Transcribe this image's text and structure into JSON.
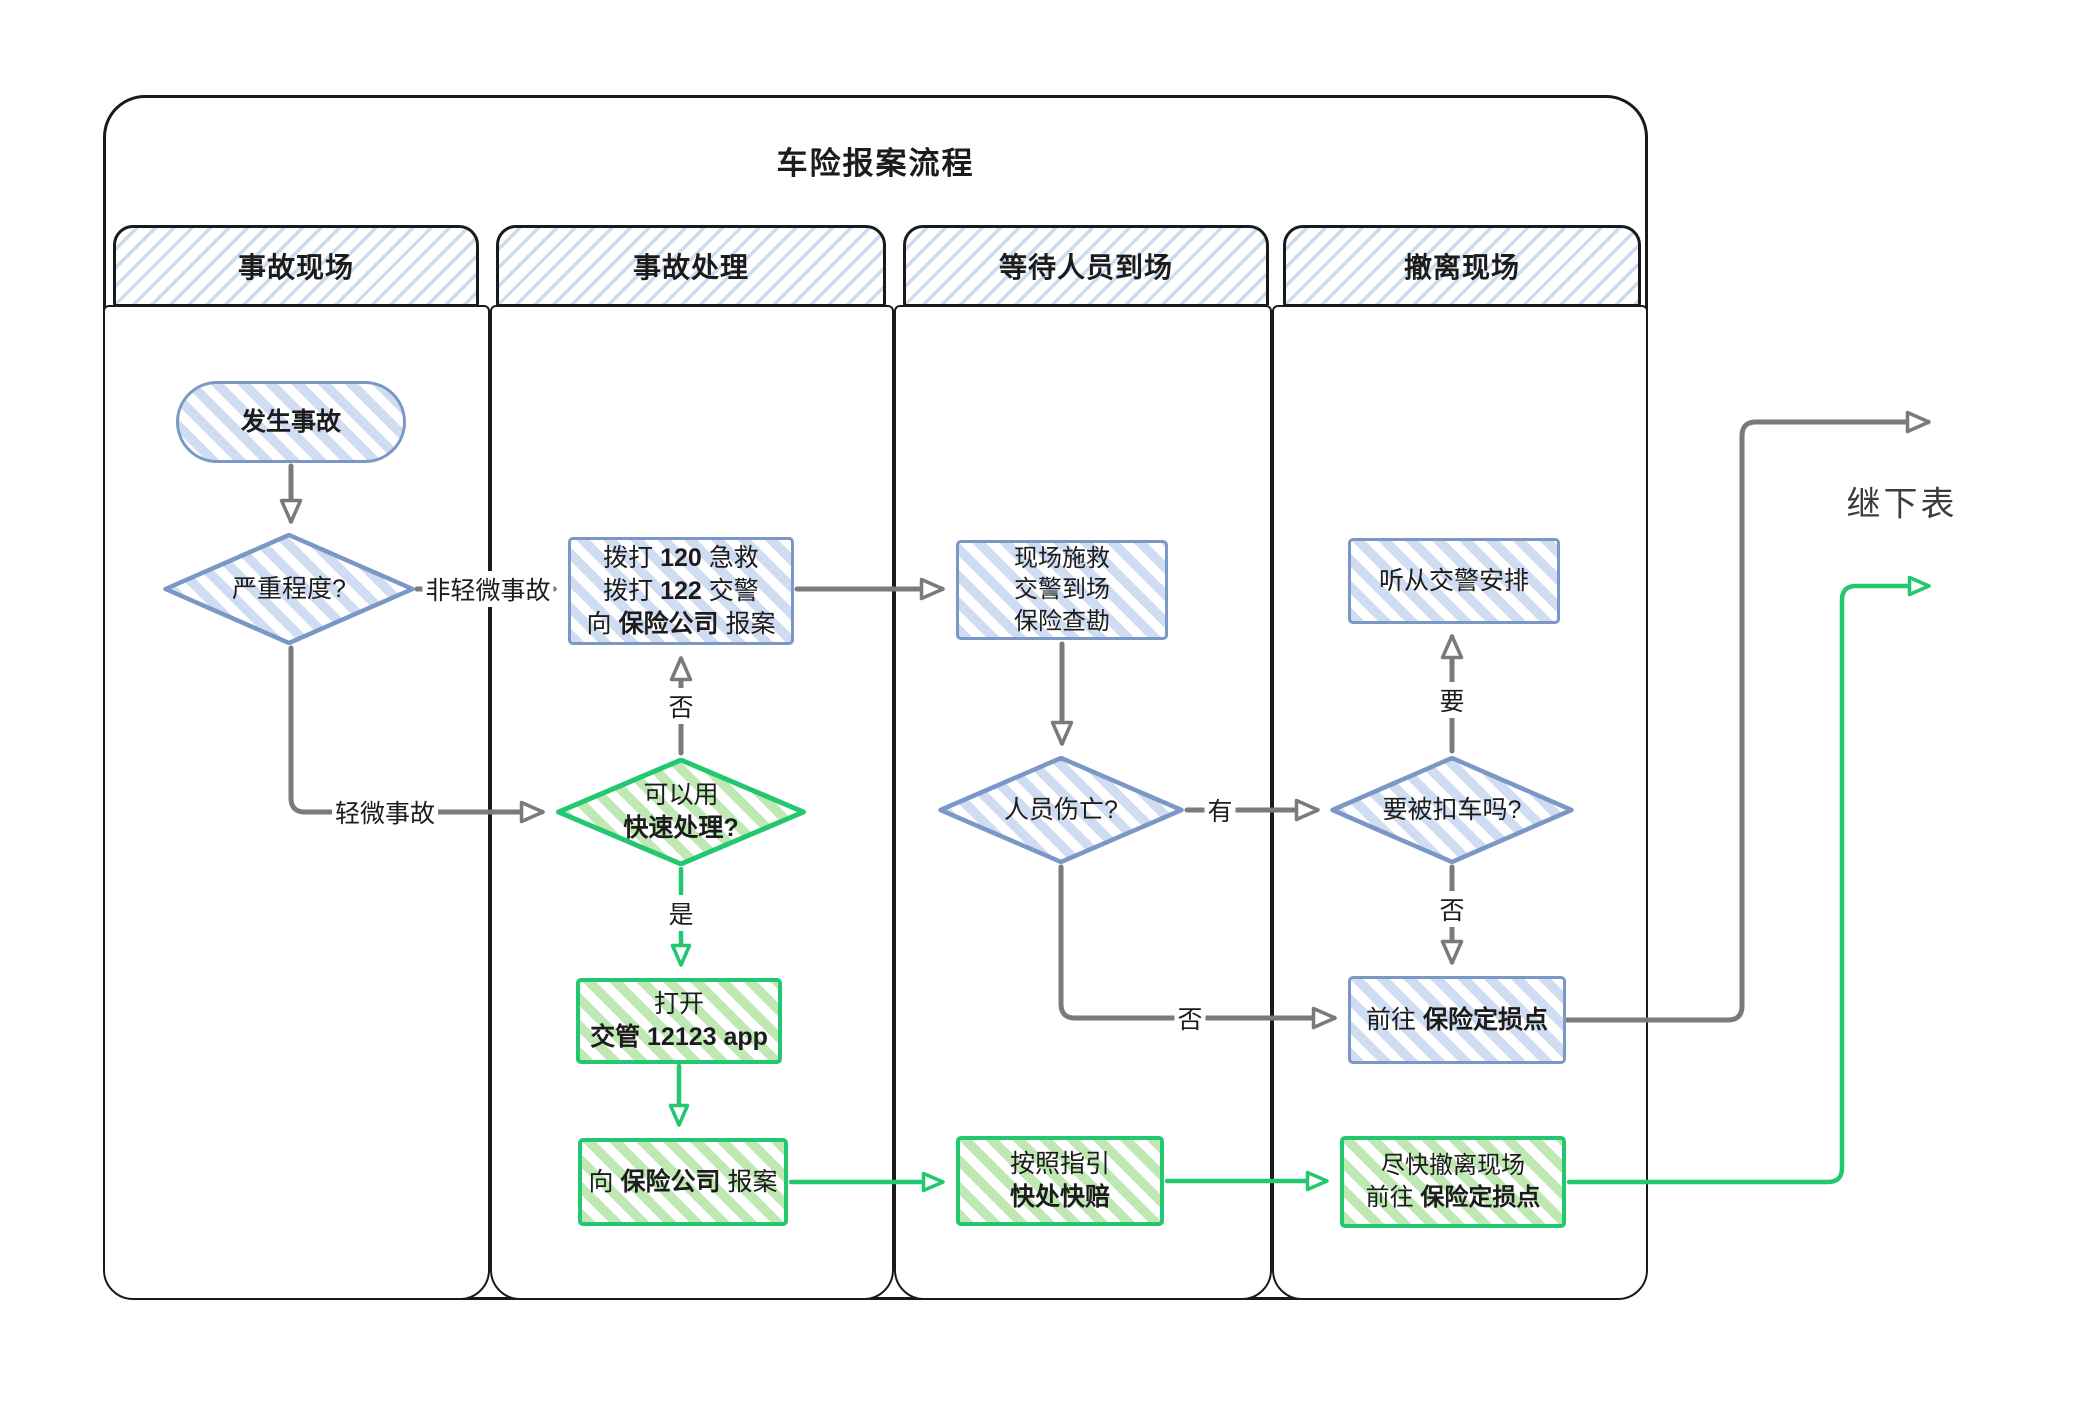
{
  "title": "车险报案流程",
  "lanes": [
    {
      "label": "事故现场"
    },
    {
      "label": "事故处理"
    },
    {
      "label": "等待人员到场"
    },
    {
      "label": "撤离现场"
    }
  ],
  "nodes": {
    "start": {
      "label": "发生事故"
    },
    "severity": {
      "label": "严重程度?"
    },
    "call": {
      "s1a": "拨打 ",
      "s1b": "120",
      "s1c": " 急救",
      "s2a": "拨打 ",
      "s2b": "122",
      "s2c": " 交警",
      "s3a": "向 ",
      "s3b": "保险公司",
      "s3c": " 报案"
    },
    "scene": {
      "l1": "现场施救",
      "l2": "交警到场",
      "l3": "保险查勘"
    },
    "obey": {
      "label": "听从交警安排"
    },
    "quick_decision": {
      "l1": "可以用",
      "l2": "快速处理?"
    },
    "casualty": {
      "label": "人员伤亡?"
    },
    "detain": {
      "label": "要被扣车吗?"
    },
    "app": {
      "l1": "打开",
      "l2": "交管 12123 app"
    },
    "report_insurer": {
      "s1": "向 ",
      "s2": "保险公司",
      "s3": " 报案"
    },
    "damage_point": {
      "s1": "前往 ",
      "s2": "保险定损点"
    },
    "fast_claim": {
      "l1": "按照指引",
      "l2": "快处快赔"
    },
    "leave_scene": {
      "l1": "尽快撤离现场",
      "s1": "前往 ",
      "s2": "保险定损点"
    }
  },
  "edge_labels": {
    "not_minor": "非轻微事故",
    "minor": "轻微事故",
    "no_quick": "否",
    "yes_quick": "是",
    "has_casualty": "有",
    "no_casualty": "否",
    "need_detain": "要",
    "no_detain": "否",
    "continued": "继下表"
  },
  "colors": {
    "blue_border": "#7b97c6",
    "blue_stripe": "#cfdcf1",
    "green_border": "#22c76f",
    "green_stripe": "#bfe8b4",
    "gray_arrow": "#7a7a7a",
    "band_stripe": "#ccdbee",
    "frame_line": "#1a1a1a"
  }
}
